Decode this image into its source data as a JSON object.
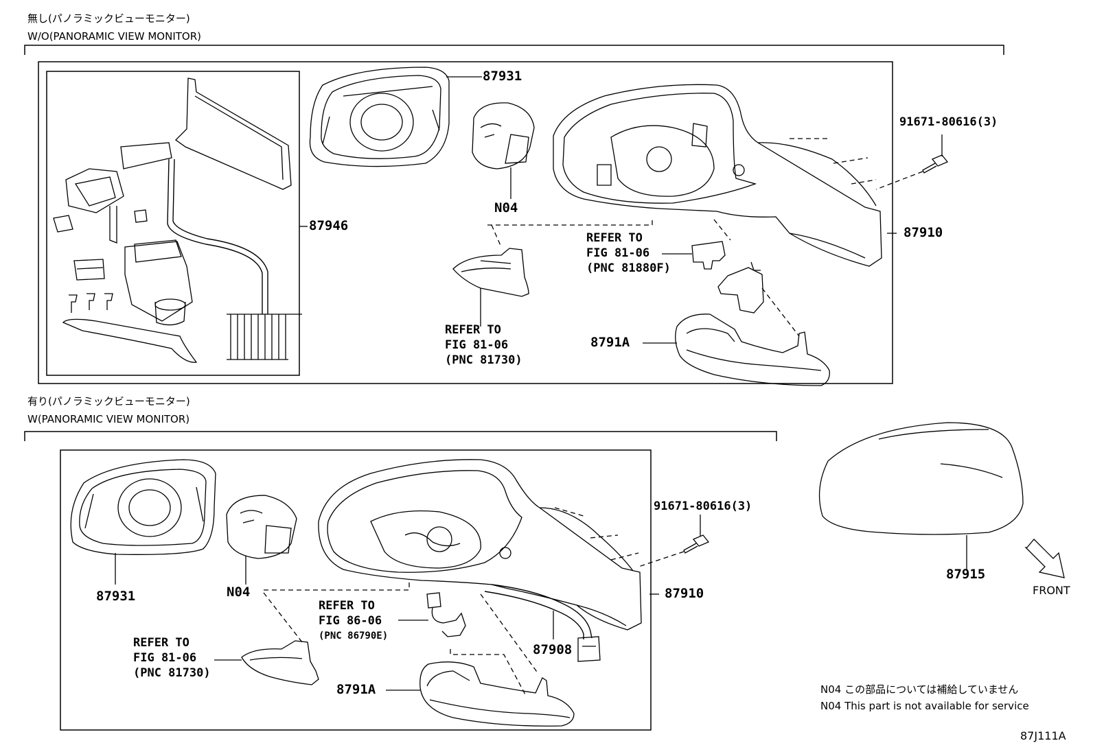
{
  "sections": {
    "without": {
      "jp": "無し(パノラミックビューモニター)",
      "en": "W/O(PANORAMIC VIEW MONITOR)"
    },
    "with": {
      "jp": "有り(パノラミックビューモニター)",
      "en": "W(PANORAMIC VIEW MONITOR)"
    }
  },
  "labels_top": {
    "p87931": "87931",
    "p87946": "87946",
    "n04": "N04",
    "p87910": "87910",
    "bolt": "91671-80616(3)",
    "p8791a": "8791A"
  },
  "refs_top": {
    "r1": [
      "REFER TO",
      "FIG 81-06",
      "(PNC 81880F)"
    ],
    "r2": [
      "REFER TO",
      "FIG 81-06",
      "(PNC 81730)"
    ]
  },
  "labels_bottom": {
    "p87931": "87931",
    "n04": "N04",
    "bolt": "91671-80616(3)",
    "p87910": "87910",
    "p87908": "87908",
    "p8791a": "8791A",
    "p87915": "87915",
    "front": "FRONT"
  },
  "refs_bottom": {
    "r1": [
      "REFER TO",
      "FIG 86-06",
      "(PNC 86790E)"
    ],
    "r2": [
      "REFER TO",
      "FIG 81-06",
      "(PNC 81730)"
    ]
  },
  "notes": {
    "jp": "N04 この部品については補給していません",
    "en": "N04 This part is not available for service"
  },
  "figure_code": "87J111A"
}
